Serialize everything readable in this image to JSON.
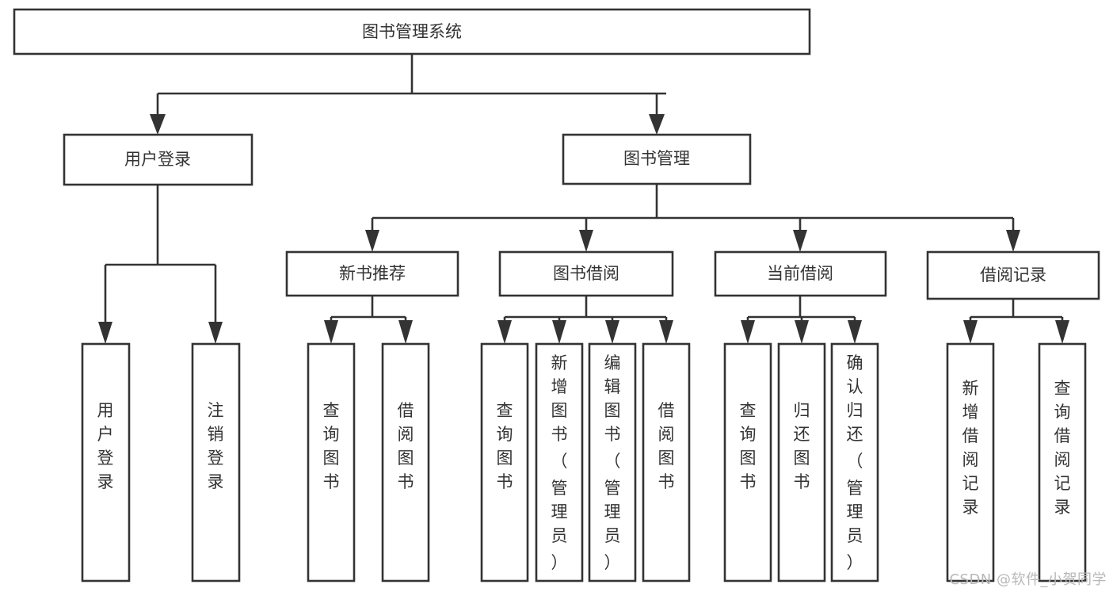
{
  "diagram": {
    "title": "图书管理系统",
    "watermark": "CSDN @软件_小贺同学",
    "line_color": "#333333",
    "box_fill": "#ffffff",
    "background": "#ffffff"
  },
  "chart_data": {
    "type": "diagram",
    "subtype": "tree-hierarchy",
    "title": "图书管理系统",
    "orientation": "top-down",
    "nodes": {
      "root": {
        "label": "图书管理系统",
        "level": 0
      },
      "l1": [
        {
          "label": "用户登录",
          "level": 1
        },
        {
          "label": "图书管理",
          "level": 1
        }
      ],
      "l2": [
        {
          "label": "新书推荐",
          "level": 2,
          "parent": "图书管理"
        },
        {
          "label": "图书借阅",
          "level": 2,
          "parent": "图书管理"
        },
        {
          "label": "当前借阅",
          "level": 2,
          "parent": "图书管理"
        },
        {
          "label": "借阅记录",
          "level": 2,
          "parent": "图书管理"
        }
      ],
      "leaves": {
        "用户登录": [
          {
            "label": "用户登录"
          },
          {
            "label": "注销登录"
          }
        ],
        "新书推荐": [
          {
            "label": "查询图书"
          },
          {
            "label": "借阅图书"
          }
        ],
        "图书借阅": [
          {
            "label": "查询图书"
          },
          {
            "label": "新增图书（管理员）"
          },
          {
            "label": "编辑图书（管理员）"
          },
          {
            "label": "借阅图书"
          }
        ],
        "当前借阅": [
          {
            "label": "查询图书"
          },
          {
            "label": "归还图书"
          },
          {
            "label": "确认归还（管理员）"
          }
        ],
        "借阅记录": [
          {
            "label": "新增借阅记录"
          },
          {
            "label": "查询借阅记录"
          }
        ]
      }
    }
  },
  "boxes": {
    "root": {
      "text": "图书管理系统"
    },
    "user_login": {
      "text": "用户登录"
    },
    "book_manage": {
      "text": "图书管理"
    },
    "new_book_rec": {
      "text": "新书推荐"
    },
    "book_borrow": {
      "text": "图书借阅"
    },
    "current_borrow": {
      "text": "当前借阅"
    },
    "borrow_record": {
      "text": "借阅记录"
    },
    "leaf_user_login": {
      "lines": "用户 登录"
    },
    "leaf_logout": {
      "lines": "注销 登录"
    },
    "leaf_query_book_a": {
      "lines": "查询 图书"
    },
    "leaf_borrow_book_a": {
      "lines": "借阅 图书"
    },
    "leaf_query_book_b": {
      "lines": "查询 图书"
    },
    "leaf_add_book": {
      "lines": "新增图书（管理员）"
    },
    "leaf_edit_book": {
      "lines": "编辑图书（管理员）"
    },
    "leaf_borrow_book_b": {
      "lines": "借阅 图书"
    },
    "leaf_query_book_c": {
      "lines": "查询 图书"
    },
    "leaf_return_book": {
      "lines": "归还 图书"
    },
    "leaf_confirm_return": {
      "lines": "确认归还（管理员）"
    },
    "leaf_add_record": {
      "lines": "新增借阅记录"
    },
    "leaf_query_record": {
      "lines": "查询借阅记录"
    }
  }
}
